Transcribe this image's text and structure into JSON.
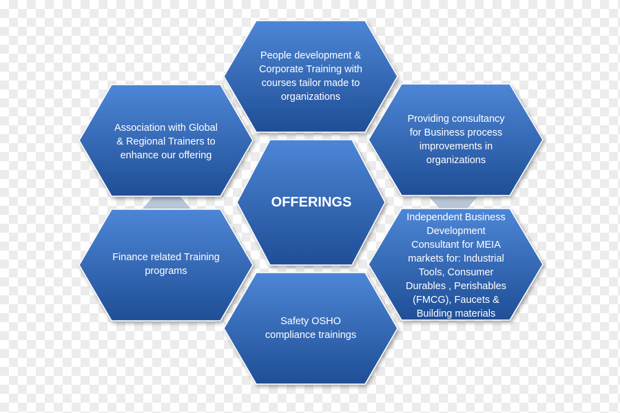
{
  "diagram": {
    "center": {
      "label": "OFFERINGS"
    },
    "offerings": [
      {
        "id": "people-development",
        "label": "People development &\nCorporate Training with\ncourses tailor made to\norganizations"
      },
      {
        "id": "consultancy",
        "label": "Providing consultancy\nfor Business process\nimprovements in\norganizations"
      },
      {
        "id": "independent-consultant",
        "label": "Independent Business\nDevelopment\nConsultant for  MEIA\nmarkets for: Industrial\nTools, Consumer\nDurables , Perishables\n(FMCG),  Faucets &\nBuilding materials"
      },
      {
        "id": "safety-osho",
        "label": "Safety  OSHO\ncompliance trainings"
      },
      {
        "id": "finance-training",
        "label": "Finance related Training\nprograms"
      },
      {
        "id": "association-trainers",
        "label": "Association with Global\n& Regional Trainers to\nenhance our offering"
      }
    ]
  },
  "colors": {
    "hex_light": "#4d86d6",
    "hex_dark": "#1f4e96",
    "hex_stroke": "#ffffff",
    "connector": "#b9c6d8",
    "text": "#ffffff"
  }
}
